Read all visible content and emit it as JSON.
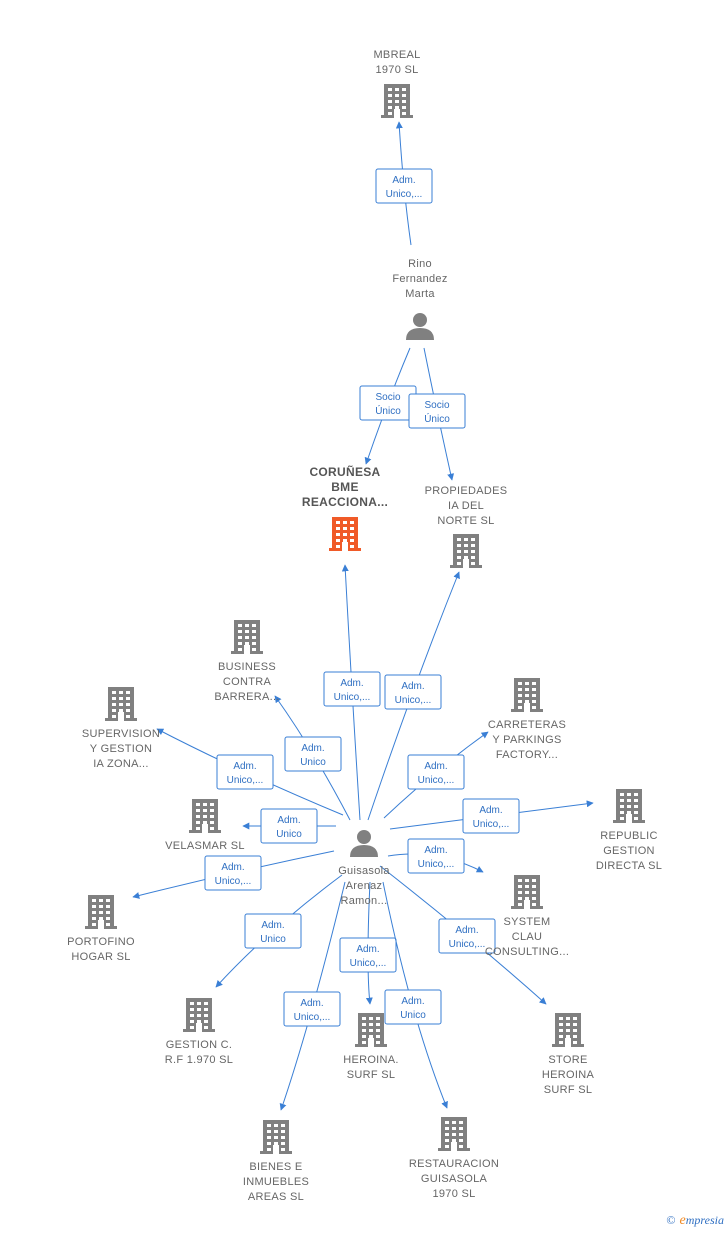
{
  "colors": {
    "company": "#808080",
    "highlight": "#f05a28",
    "person": "#808080",
    "edge": "#3a7fd5"
  },
  "nodes": [
    {
      "id": "mbreal",
      "type": "company",
      "label": [
        "MBREAL",
        "1970  SL"
      ]
    },
    {
      "id": "rino",
      "type": "person",
      "label": [
        "Rino",
        "Fernandez",
        "Marta"
      ]
    },
    {
      "id": "corunesa",
      "type": "company",
      "highlight": true,
      "label": [
        "CORUÑESA",
        "BME",
        "REACCIONA..."
      ]
    },
    {
      "id": "propiedades",
      "type": "company",
      "label": [
        "PROPIEDADES",
        "IA DEL",
        "NORTE  SL"
      ]
    },
    {
      "id": "business",
      "type": "company",
      "label": [
        "BUSINESS",
        "CONTRA",
        "BARRERA..."
      ]
    },
    {
      "id": "carreteras",
      "type": "company",
      "label": [
        "CARRETERAS",
        "Y PARKINGS",
        "FACTORY..."
      ]
    },
    {
      "id": "supervision",
      "type": "company",
      "label": [
        "SUPERVISION",
        "Y GESTION",
        "IA ZONA..."
      ]
    },
    {
      "id": "velasmar",
      "type": "company",
      "label": [
        "VELASMAR  SL"
      ]
    },
    {
      "id": "republic",
      "type": "company",
      "label": [
        "REPUBLIC",
        "GESTION",
        "DIRECTA  SL"
      ]
    },
    {
      "id": "guisasola",
      "type": "person",
      "label": [
        "Guisasola",
        "Arenaz",
        "Ramon..."
      ]
    },
    {
      "id": "system",
      "type": "company",
      "label": [
        "SYSTEM",
        "CLAU",
        "CONSULTING..."
      ]
    },
    {
      "id": "portofino",
      "type": "company",
      "label": [
        "PORTOFINO",
        "HOGAR  SL"
      ]
    },
    {
      "id": "gestionc",
      "type": "company",
      "label": [
        "GESTION C.",
        "R.F 1.970  SL"
      ]
    },
    {
      "id": "heroina",
      "type": "company",
      "label": [
        "HEROINA.",
        "SURF  SL"
      ]
    },
    {
      "id": "store",
      "type": "company",
      "label": [
        "STORE",
        "HEROINA",
        "SURF  SL"
      ]
    },
    {
      "id": "bienes",
      "type": "company",
      "label": [
        "BIENES E",
        "INMUEBLES",
        "AREAS  SL"
      ]
    },
    {
      "id": "restauracion",
      "type": "company",
      "label": [
        "RESTAURACION",
        "GUISASOLA",
        "1970  SL"
      ]
    }
  ],
  "edges": [
    {
      "from": "rino",
      "to": "mbreal",
      "label": [
        "Adm.",
        "Unico,..."
      ]
    },
    {
      "from": "rino",
      "to": "corunesa",
      "label": [
        "Socio",
        "Único"
      ]
    },
    {
      "from": "rino",
      "to": "propiedades",
      "label": [
        "Socio",
        "Único"
      ]
    },
    {
      "from": "guisasola",
      "to": "corunesa",
      "label": [
        "Adm.",
        "Unico,..."
      ]
    },
    {
      "from": "guisasola",
      "to": "propiedades",
      "label": [
        "Adm.",
        "Unico,..."
      ]
    },
    {
      "from": "guisasola",
      "to": "business",
      "label": [
        "Adm.",
        "Unico"
      ]
    },
    {
      "from": "guisasola",
      "to": "supervision",
      "label": [
        "Adm.",
        "Unico,..."
      ]
    },
    {
      "from": "guisasola",
      "to": "carreteras",
      "label": [
        "Adm.",
        "Unico,..."
      ]
    },
    {
      "from": "guisasola",
      "to": "velasmar",
      "label": [
        "Adm.",
        "Unico"
      ]
    },
    {
      "from": "guisasola",
      "to": "republic",
      "label": [
        "Adm.",
        "Unico,..."
      ]
    },
    {
      "from": "guisasola",
      "to": "portofino",
      "label": [
        "Adm.",
        "Unico,..."
      ]
    },
    {
      "from": "guisasola",
      "to": "system",
      "label": [
        "Adm.",
        "Unico,..."
      ]
    },
    {
      "from": "guisasola",
      "to": "gestionc",
      "label": [
        "Adm.",
        "Unico"
      ]
    },
    {
      "from": "guisasola",
      "to": "heroina",
      "label": [
        "Adm.",
        "Unico,..."
      ]
    },
    {
      "from": "guisasola",
      "to": "store",
      "label": [
        "Adm.",
        "Unico,..."
      ]
    },
    {
      "from": "guisasola",
      "to": "bienes",
      "label": [
        "Adm.",
        "Unico,..."
      ]
    },
    {
      "from": "guisasola",
      "to": "restauracion",
      "label": [
        "Adm.",
        "Unico"
      ]
    }
  ],
  "brand": {
    "copyright": "©",
    "initial": "e",
    "name": "mpresia"
  }
}
